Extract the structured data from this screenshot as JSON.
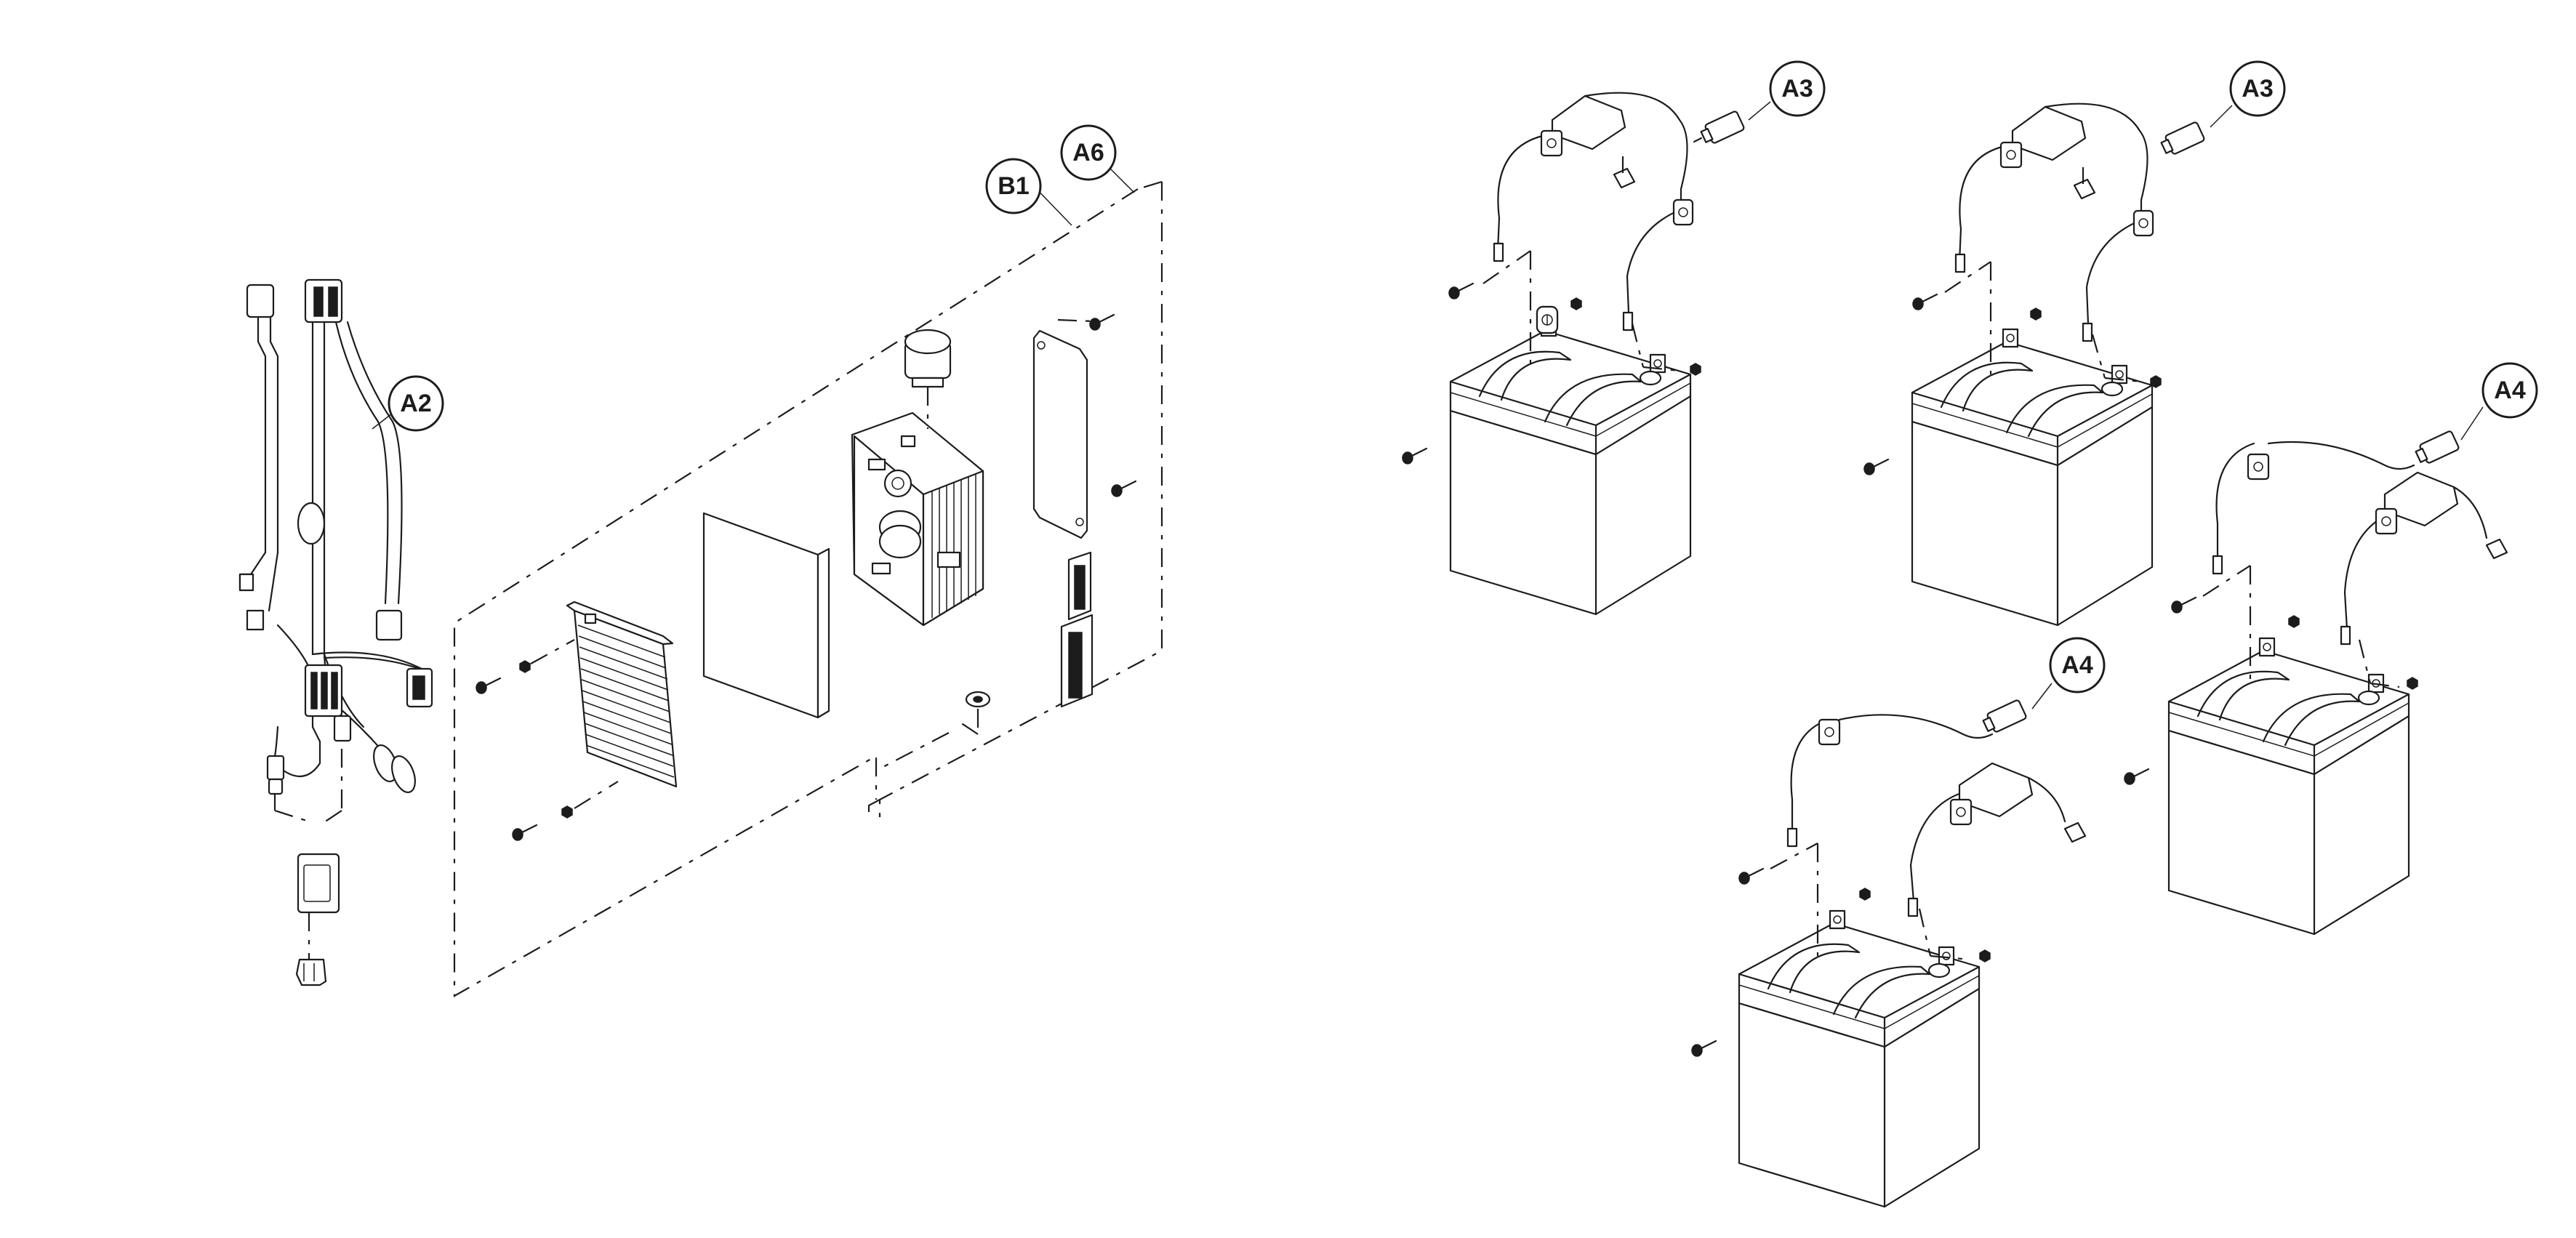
{
  "callouts": {
    "a2": "A2",
    "b1": "B1",
    "a6": "A6",
    "a3_left": "A3",
    "a3_right": "A3",
    "a4_right": "A4",
    "a4_bottom": "A4"
  },
  "colors": {
    "line": "#1c1c1c",
    "background": "#ffffff"
  }
}
